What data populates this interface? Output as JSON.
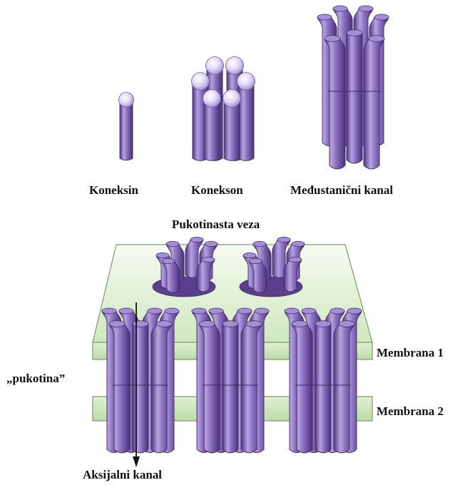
{
  "colors": {
    "tube_dark": "#5a3f8e",
    "tube_mid": "#9b84cc",
    "tube_light": "#d9cff0",
    "membrane_light": "#f4faee",
    "membrane_dark": "#c9e6b4",
    "membrane_edge": "#7a9a6a",
    "label": "#111111"
  },
  "icons": {
    "connexin": "connexin-cylinder-icon",
    "connexon": "connexon-bundle-icon",
    "channel": "intercellular-channel-icon",
    "arrow": "axial-arrow-icon"
  },
  "labels": {
    "connexin": "Koneksin",
    "connexon": "Konekson",
    "channel": "Međustanični kanal",
    "gap_junction": "Pukotinasta veza",
    "membrane1": "Membrana 1",
    "membrane2": "Membrana 2",
    "gap": "„pukotina”",
    "axial": "Aksijalni kanal"
  }
}
